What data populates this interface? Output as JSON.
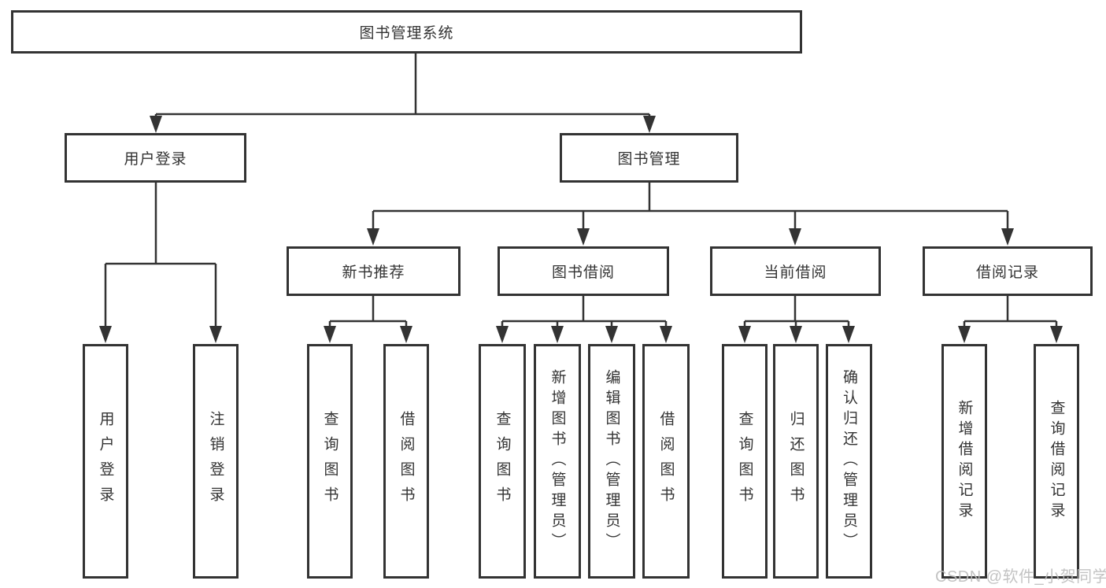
{
  "tree": {
    "label": "图书管理系统",
    "children": [
      {
        "label": "用户登录",
        "children": [
          {
            "label": "用户登录"
          },
          {
            "label": "注销登录"
          }
        ]
      },
      {
        "label": "图书管理",
        "children": [
          {
            "label": "新书推荐",
            "children": [
              {
                "label": "查询图书"
              },
              {
                "label": "借阅图书"
              }
            ]
          },
          {
            "label": "图书借阅",
            "children": [
              {
                "label": "查询图书"
              },
              {
                "label": "新增图书（管理员）"
              },
              {
                "label": "编辑图书（管理员）"
              },
              {
                "label": "借阅图书"
              }
            ]
          },
          {
            "label": "当前借阅",
            "children": [
              {
                "label": "查询图书"
              },
              {
                "label": "归还图书"
              },
              {
                "label": "确认归还（管理员）"
              }
            ]
          },
          {
            "label": "借阅记录",
            "children": [
              {
                "label": "新增借阅记录"
              },
              {
                "label": "查询借阅记录"
              }
            ]
          }
        ]
      }
    ]
  },
  "colors": {
    "line": "#333333",
    "box_border": "#333333",
    "text": "#333333",
    "watermark": "#bdbdbd"
  },
  "watermark": {
    "text": "CSDN @软件_小贺同学"
  }
}
